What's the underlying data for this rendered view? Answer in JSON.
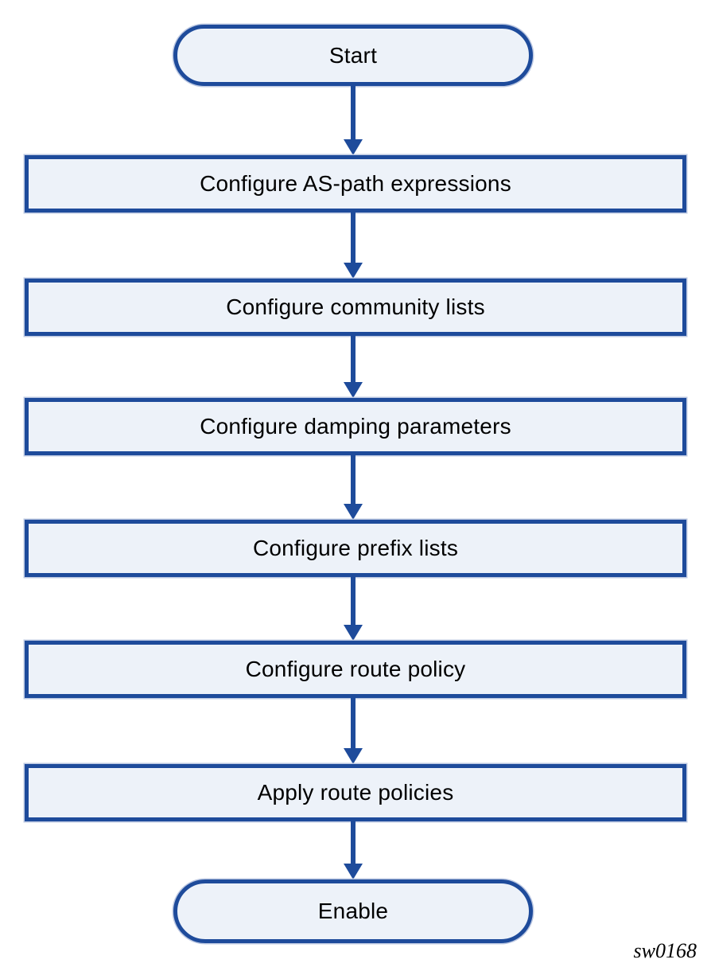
{
  "flowchart": {
    "figure_id": "sw0168",
    "colors": {
      "outline": "#1E4B9B",
      "fill": "#EDF2F9",
      "text": "#000000"
    },
    "nodes": [
      {
        "id": "start",
        "type": "terminator",
        "label": "Start"
      },
      {
        "id": "as-path",
        "type": "process",
        "label": "Configure AS-path expressions"
      },
      {
        "id": "community",
        "type": "process",
        "label": "Configure community lists"
      },
      {
        "id": "damping",
        "type": "process",
        "label": "Configure damping parameters"
      },
      {
        "id": "prefix",
        "type": "process",
        "label": "Configure prefix lists"
      },
      {
        "id": "route-policy",
        "type": "process",
        "label": "Configure route policy"
      },
      {
        "id": "apply",
        "type": "process",
        "label": "Apply route policies"
      },
      {
        "id": "enable",
        "type": "terminator",
        "label": "Enable"
      }
    ],
    "edges": [
      {
        "from": "start",
        "to": "as-path"
      },
      {
        "from": "as-path",
        "to": "community"
      },
      {
        "from": "community",
        "to": "damping"
      },
      {
        "from": "damping",
        "to": "prefix"
      },
      {
        "from": "prefix",
        "to": "route-policy"
      },
      {
        "from": "route-policy",
        "to": "apply"
      },
      {
        "from": "apply",
        "to": "enable"
      }
    ]
  }
}
